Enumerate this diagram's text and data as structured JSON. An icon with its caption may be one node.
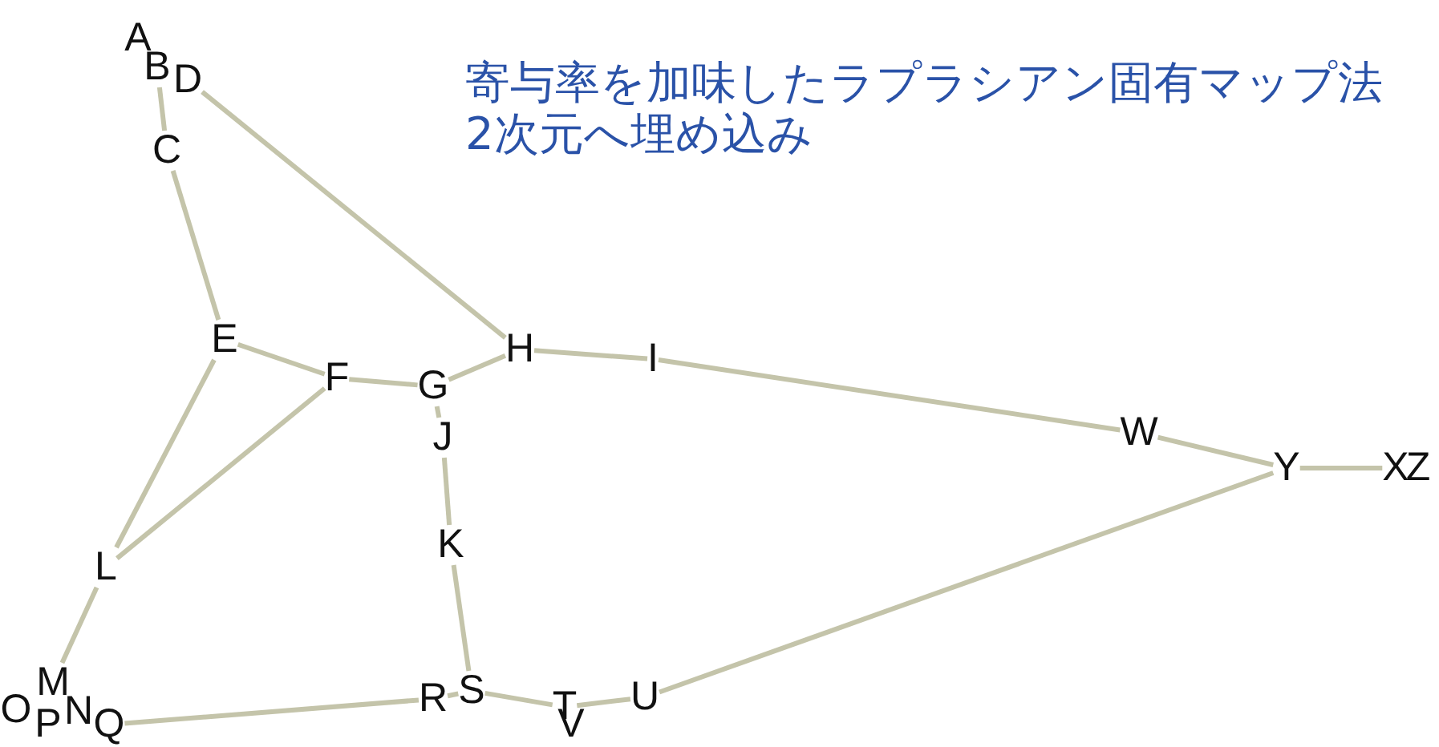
{
  "diagram": {
    "title": "寄与率を加味したラプラシアン固有マップ法2次元へ埋め込み",
    "nodes": [
      {
        "text": [
          "A"
        ]
      },
      {
        "text": [
          "B"
        ]
      },
      {
        "text": [
          "C"
        ]
      },
      {
        "text": [
          "D"
        ]
      },
      {
        "text": [
          "E"
        ]
      },
      {
        "text": [
          "F"
        ]
      },
      {
        "text": [
          "G"
        ]
      },
      {
        "text": [
          "H"
        ]
      },
      {
        "text": [
          "I"
        ]
      },
      {
        "text": [
          "J"
        ]
      },
      {
        "text": [
          "K"
        ]
      },
      {
        "text": [
          "L"
        ]
      },
      {
        "text": [
          "M"
        ]
      },
      {
        "text": [
          "N"
        ]
      },
      {
        "text": [
          "O"
        ]
      },
      {
        "text": [
          "P"
        ]
      },
      {
        "text": [
          "Q"
        ]
      },
      {
        "text": [
          "R"
        ]
      },
      {
        "text": [
          "S"
        ]
      },
      {
        "text": [
          "T"
        ]
      },
      {
        "text": [
          "U"
        ]
      },
      {
        "text": [
          "V"
        ]
      },
      {
        "text": [
          "W"
        ]
      },
      {
        "text": [
          "X"
        ]
      },
      {
        "text": [
          "Y"
        ]
      },
      {
        "text": [
          "Z"
        ]
      }
    ],
    "edges": [
      {
        "from": 1,
        "to": 2,
        "arrow": "none"
      },
      {
        "from": 3,
        "to": 7,
        "arrow": "none"
      },
      {
        "from": 2,
        "to": 4,
        "arrow": "none"
      },
      {
        "from": 4,
        "to": 5,
        "arrow": "none"
      },
      {
        "from": 4,
        "to": 11,
        "arrow": "none"
      },
      {
        "from": 5,
        "to": 11,
        "arrow": "none"
      },
      {
        "from": 5,
        "to": 6,
        "arrow": "none"
      },
      {
        "from": 6,
        "to": 7,
        "arrow": "none"
      },
      {
        "from": 6,
        "to": 9,
        "arrow": "none"
      },
      {
        "from": 9,
        "to": 10,
        "arrow": "none"
      },
      {
        "from": 10,
        "to": 18,
        "arrow": "none"
      },
      {
        "from": 7,
        "to": 8,
        "arrow": "none"
      },
      {
        "from": 8,
        "to": 22,
        "arrow": "none"
      },
      {
        "from": 22,
        "to": 24,
        "arrow": "none"
      },
      {
        "from": 24,
        "to": 23,
        "arrow": "none"
      },
      {
        "from": 24,
        "to": 20,
        "arrow": "none"
      },
      {
        "from": 20,
        "to": 19,
        "arrow": "none"
      },
      {
        "from": 19,
        "to": 18,
        "arrow": "none"
      },
      {
        "from": 18,
        "to": 17,
        "arrow": "none"
      },
      {
        "from": 17,
        "to": 16,
        "arrow": "none"
      },
      {
        "from": 11,
        "to": 12,
        "arrow": "none"
      }
    ]
  }
}
